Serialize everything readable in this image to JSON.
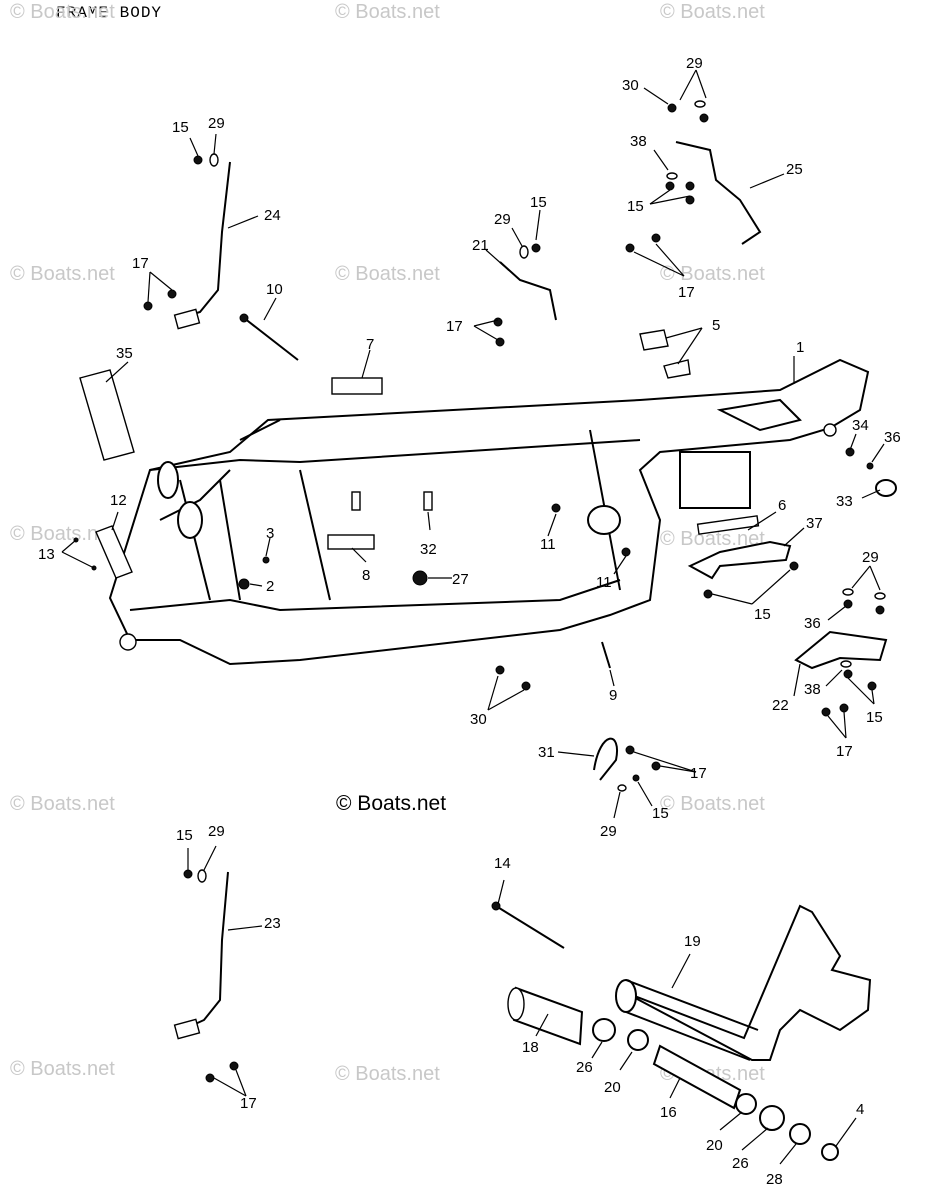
{
  "title": "FRAME BODY",
  "watermark": "© Boats.net",
  "center_watermark": "© Boats.net",
  "callouts": [
    "1",
    "2",
    "3",
    "4",
    "5",
    "6",
    "7",
    "8",
    "9",
    "10",
    "11",
    "11",
    "12",
    "13",
    "14",
    "15",
    "15",
    "15",
    "15",
    "15",
    "15",
    "15",
    "16",
    "17",
    "17",
    "17",
    "17",
    "17",
    "17",
    "18",
    "19",
    "20",
    "20",
    "21",
    "22",
    "23",
    "24",
    "25",
    "26",
    "26",
    "27",
    "28",
    "29",
    "29",
    "29",
    "29",
    "29",
    "29",
    "30",
    "30",
    "31",
    "32",
    "33",
    "34",
    "35",
    "36",
    "36",
    "37",
    "38",
    "38"
  ]
}
